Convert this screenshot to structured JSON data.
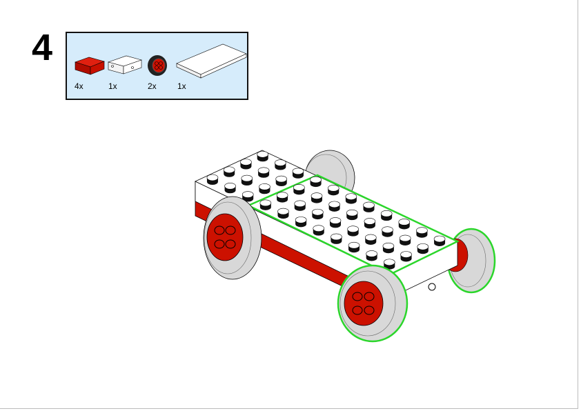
{
  "step": {
    "number": "4"
  },
  "parts_list": [
    {
      "name": "red-brick-2x4",
      "qty": "4x"
    },
    {
      "name": "white-technic-brick-2x4",
      "qty": "1x"
    },
    {
      "name": "wheel",
      "qty": "2x"
    },
    {
      "name": "white-plate-4x8",
      "qty": "1x"
    }
  ],
  "colors": {
    "red": "#cc1100",
    "white": "#ffffff",
    "grey": "#d4d4d4",
    "highlight": "#2bd62b",
    "panel": "#d6ecfb"
  }
}
